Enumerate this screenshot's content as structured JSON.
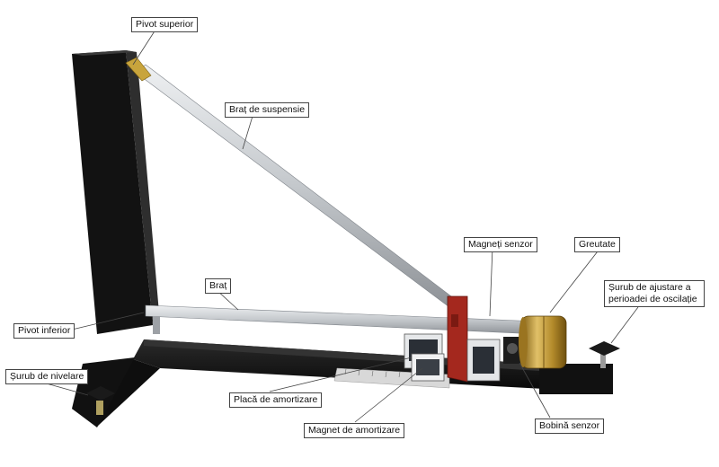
{
  "labels": {
    "pivot_superior": "Pivot superior",
    "brat_suspensie": "Braț de suspensie",
    "magneti_senzor": "Magneți senzor",
    "greutate": "Greutate",
    "surub_ajustare_1": "Șurub de ajustare a",
    "surub_ajustare_2": "perioadei de oscilație",
    "brat": "Braț",
    "pivot_inferior": "Pivot inferior",
    "surub_nivelare": "Șurub de nivelare",
    "placa_amortizare": "Placă de amortizare",
    "magnet_amortizare": "Magnet de amortizare",
    "bobina_senzor": "Bobină senzor"
  },
  "colors": {
    "frame": "#151515",
    "rod": "#c9ccd0",
    "brass": "#b8902e",
    "red_block": "#a4281e",
    "leader": "#444444"
  }
}
